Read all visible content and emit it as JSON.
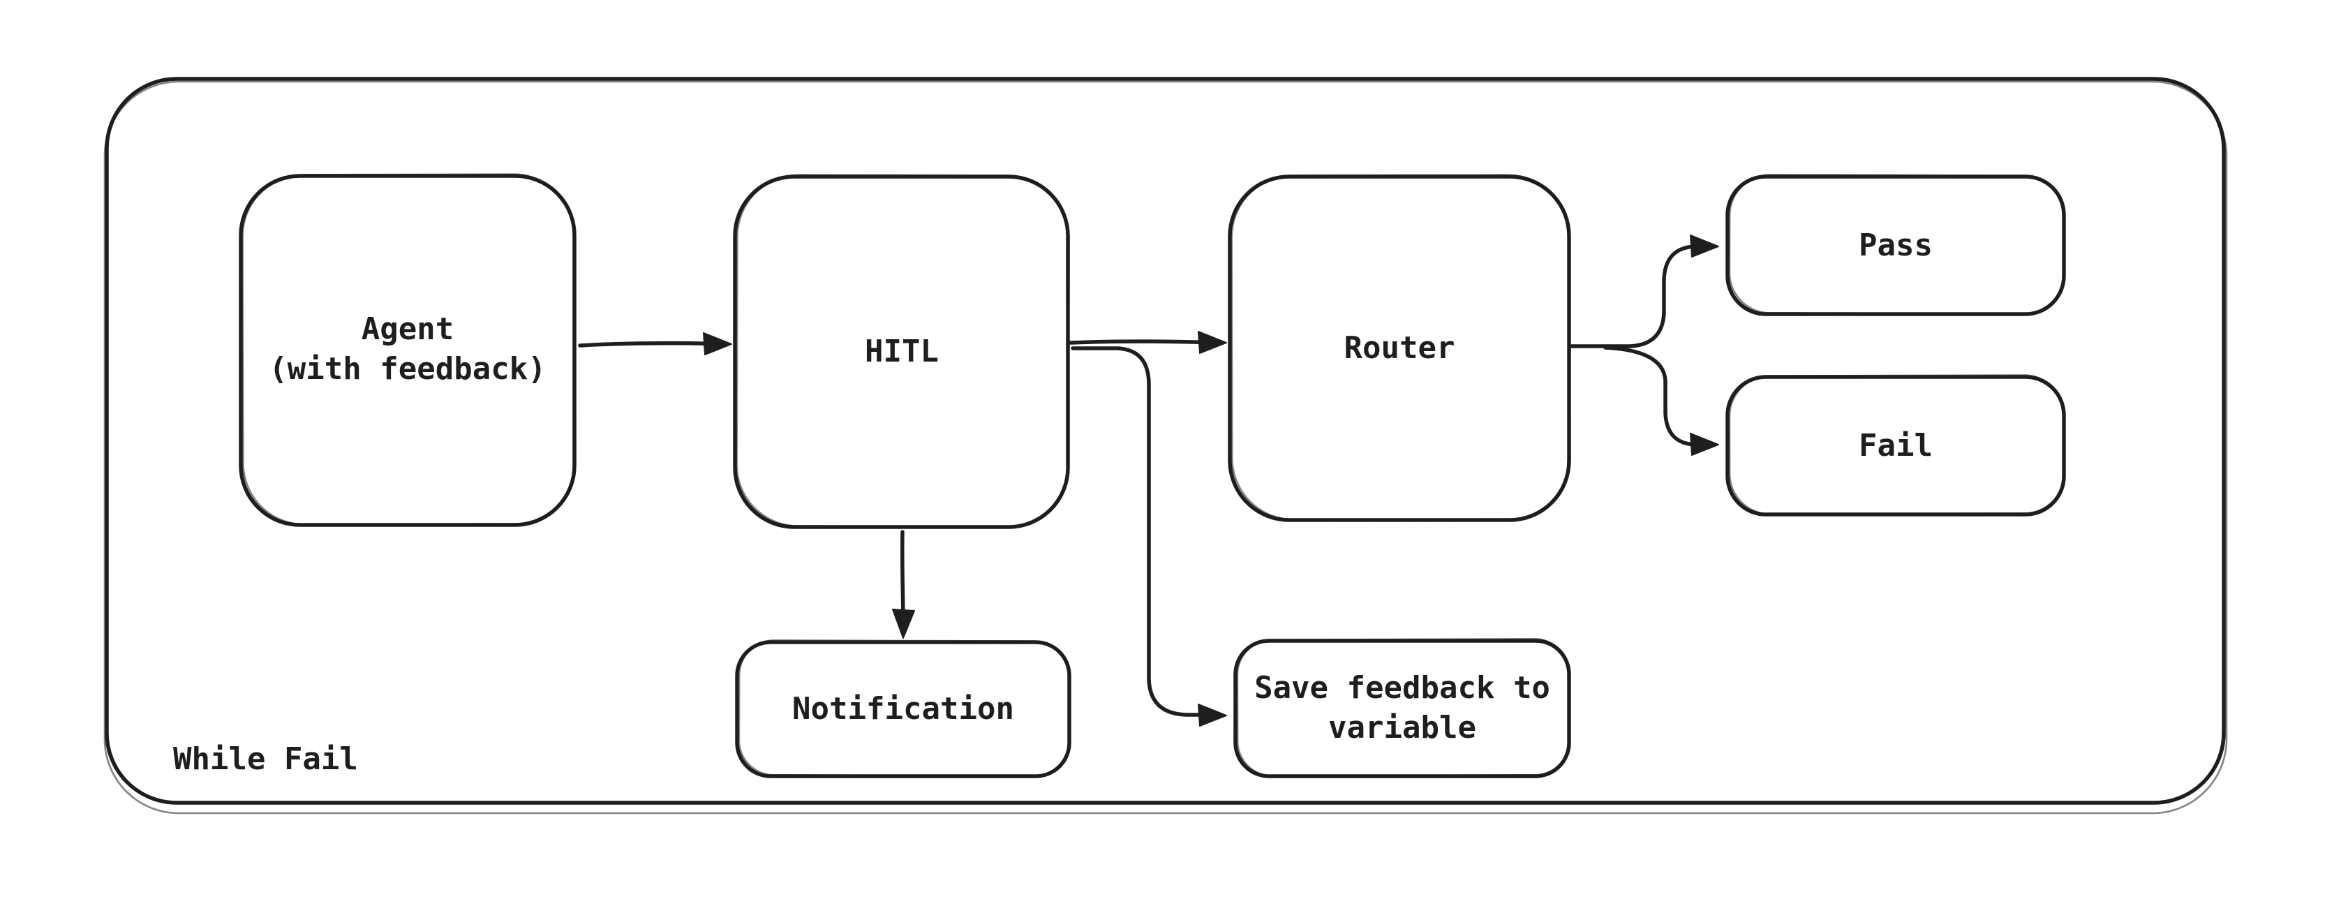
{
  "diagram": {
    "container_label": "While Fail",
    "colors": {
      "stroke": "#1e1e1e",
      "background": "#ffffff"
    },
    "nodes": {
      "agent": {
        "lines": [
          "Agent",
          "(with feedback)"
        ]
      },
      "hitl": {
        "lines": [
          "HITL"
        ]
      },
      "router": {
        "lines": [
          "Router"
        ]
      },
      "pass": {
        "lines": [
          "Pass"
        ]
      },
      "fail": {
        "lines": [
          "Fail"
        ]
      },
      "notification": {
        "lines": [
          "Notification"
        ]
      },
      "save_feedback": {
        "lines": [
          "Save feedback to",
          "variable"
        ]
      }
    },
    "edges": [
      {
        "from": "agent",
        "to": "hitl"
      },
      {
        "from": "hitl",
        "to": "router"
      },
      {
        "from": "hitl",
        "to": "notification"
      },
      {
        "from": "hitl",
        "to": "save_feedback"
      },
      {
        "from": "router",
        "to": "pass"
      },
      {
        "from": "router",
        "to": "fail"
      }
    ]
  }
}
